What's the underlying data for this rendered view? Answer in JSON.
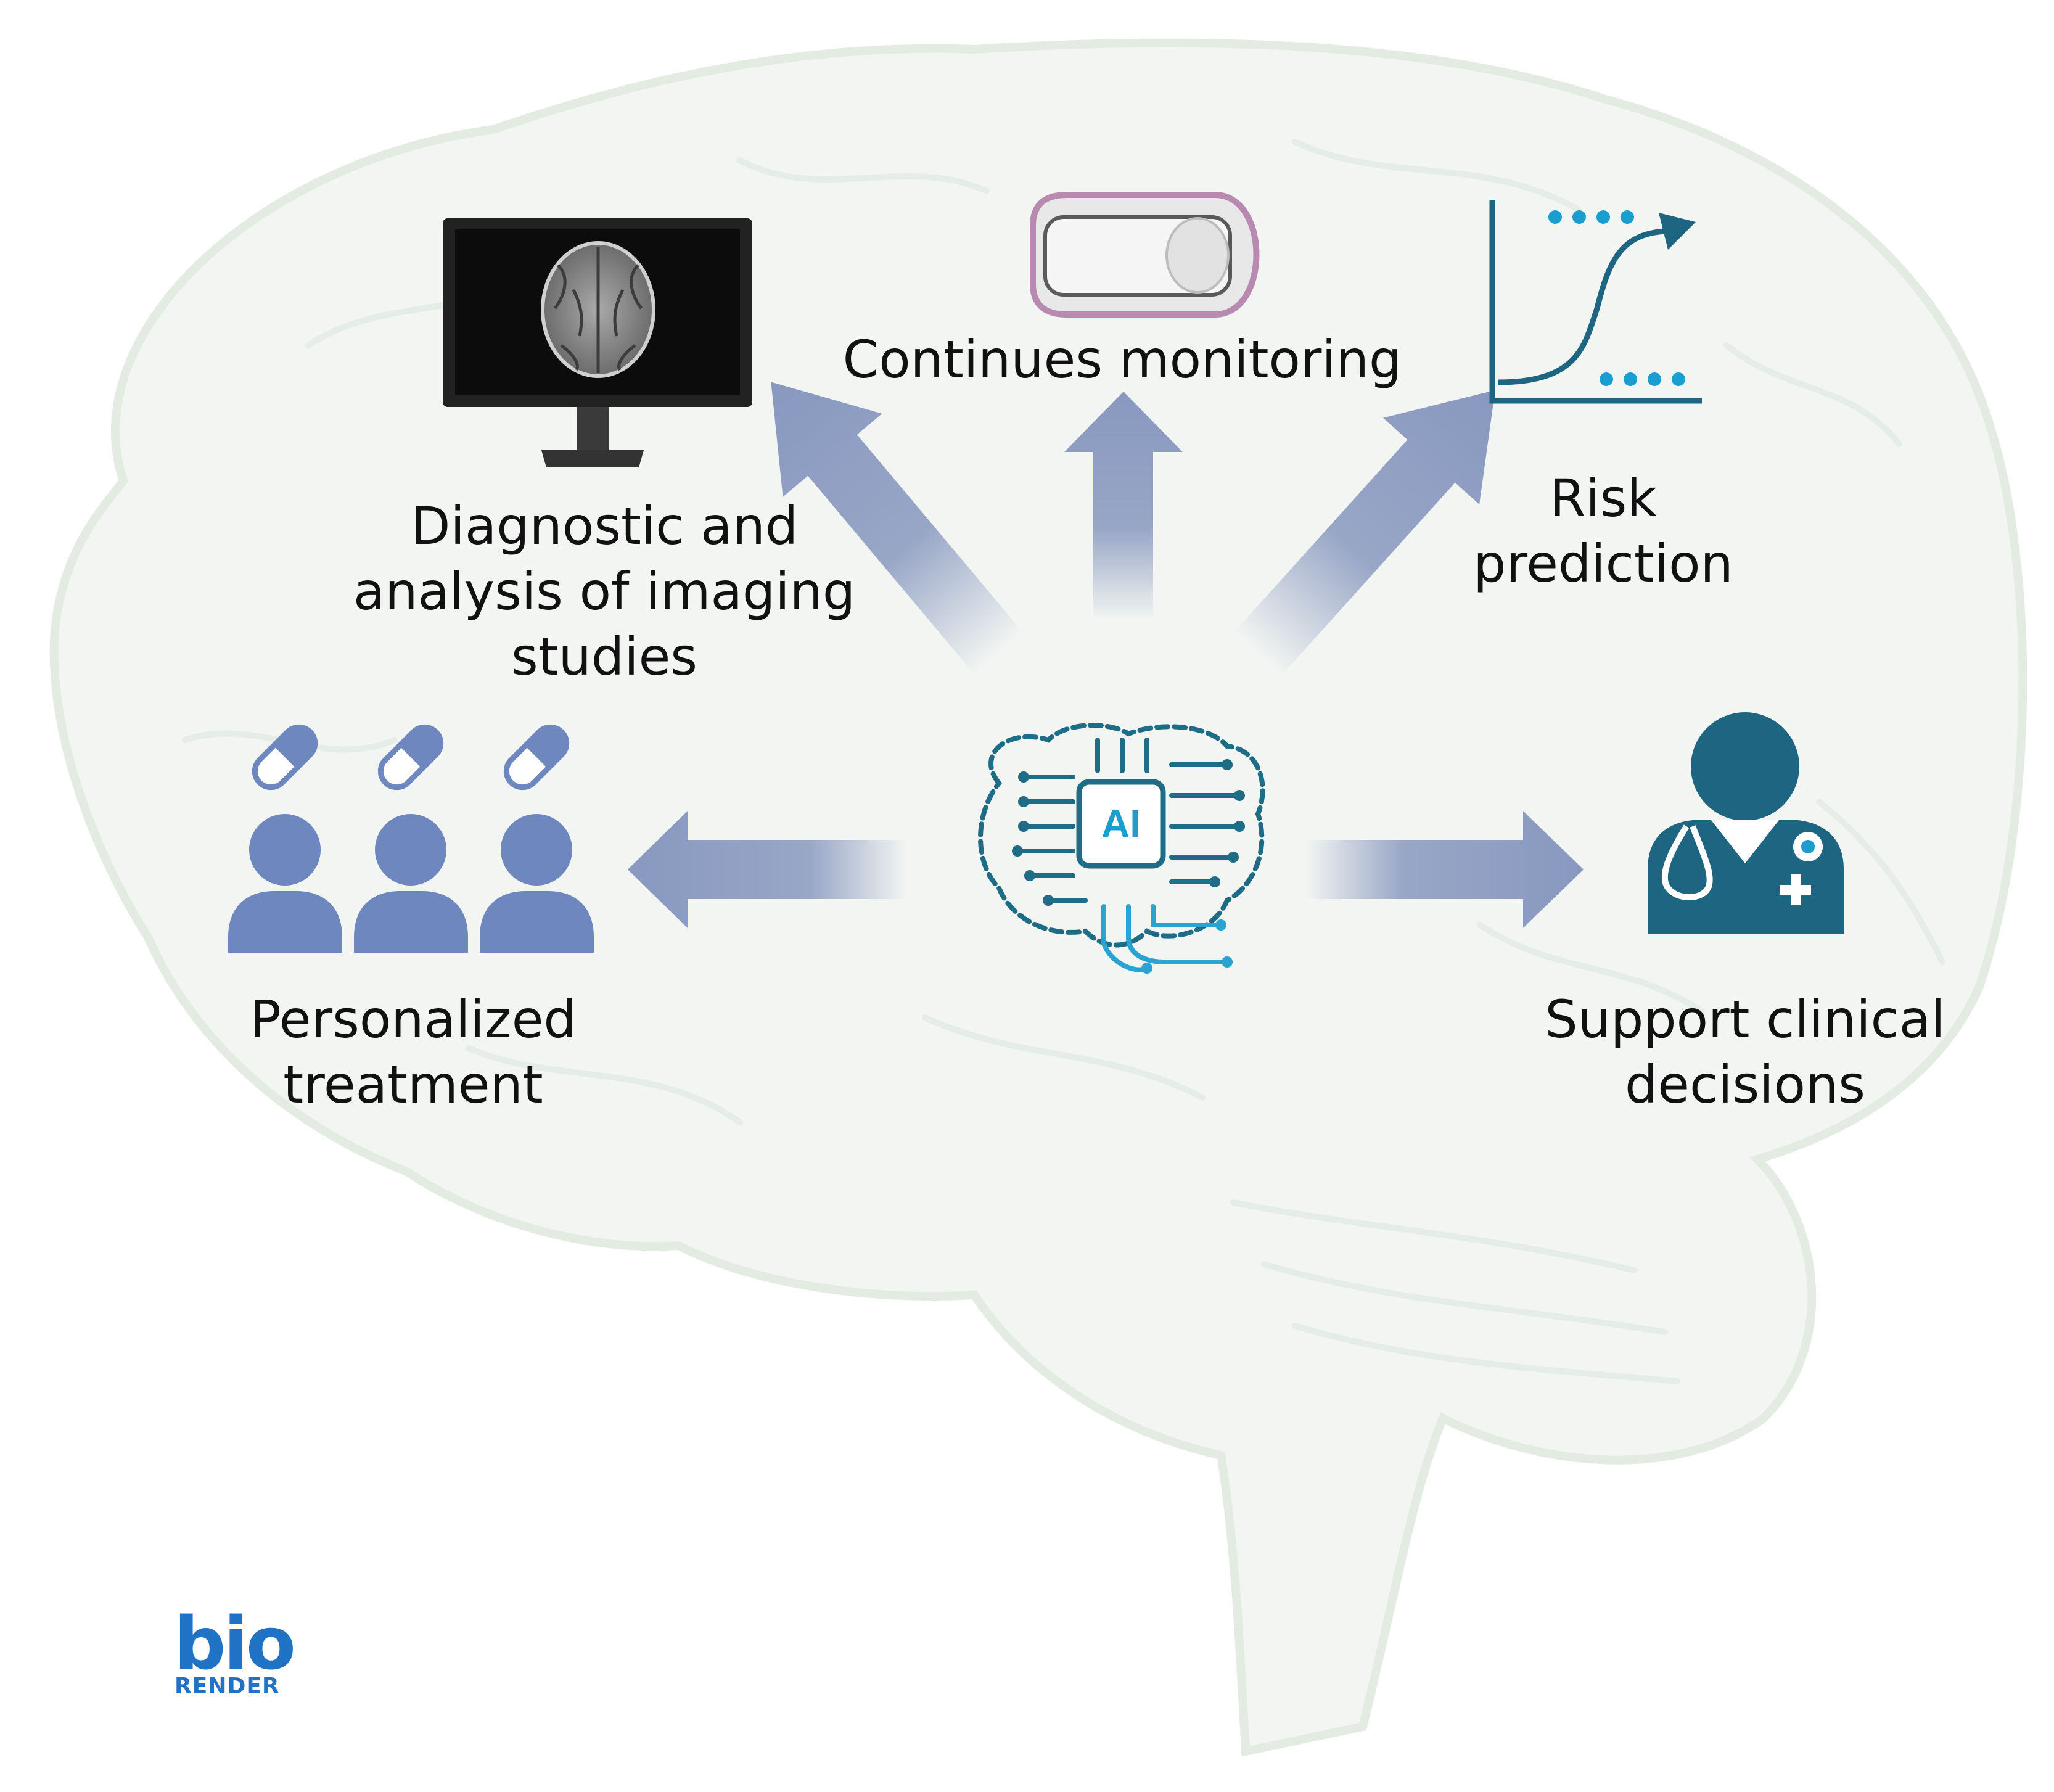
{
  "labels": {
    "diagnostic": [
      "Diagnostic and",
      "analysis of imaging",
      "studies"
    ],
    "monitoring": [
      "Continues monitoring"
    ],
    "risk": [
      "Risk",
      "prediction"
    ],
    "treatment": [
      "Personalized",
      "treatment"
    ],
    "clinical": [
      "Support clinical",
      "decisions"
    ]
  },
  "center": {
    "chip_label": "AI"
  },
  "brand": {
    "top": "bio",
    "bottom": "RENDER"
  },
  "colors": {
    "arrow": "#8898bf",
    "brain_fill": "#f2f5f2",
    "brain_outline": "#e3ebe3",
    "circuit": "#1f6c87",
    "circuit_light": "#2ba3d0",
    "people": "#6f87bf",
    "doctor": "#1e6581",
    "monitor": "#222222",
    "dots": "#1a9ed0",
    "brand": "#1f72c4",
    "device_outline": "#b88ab0"
  },
  "icons": [
    "brain-background-icon",
    "monitor-brain-scan-icon",
    "wearable-monitor-icon",
    "risk-curve-icon",
    "pill-icon",
    "person-icon",
    "doctor-stethoscope-icon",
    "ai-circuit-brain-icon"
  ]
}
